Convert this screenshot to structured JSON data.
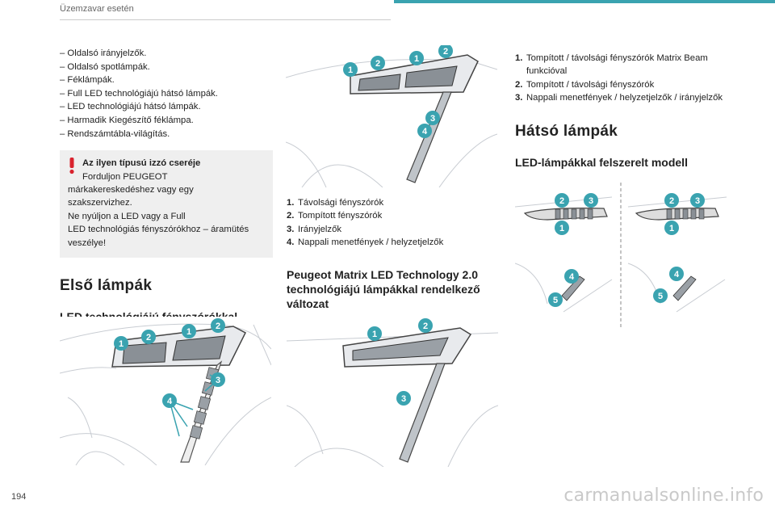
{
  "header": {
    "title": "Üzemzavar esetén"
  },
  "left_list": [
    "Oldalsó irányjelzők.",
    "Oldalsó spotlámpák.",
    "Féklámpák.",
    "Full LED technológiájú hátsó lámpák.",
    "LED technológiájú hátsó lámpák.",
    "Harmadik Kiegészítő féklámpa.",
    "Rendszámtábla-világítás."
  ],
  "warning": {
    "title": "Az ilyen típusú izzó cseréje",
    "line1": "Forduljon PEUGEOT",
    "rest": [
      "márkakereskedéshez vagy egy",
      "szakszervizhez.",
      "Ne nyúljon a LED vagy a Full",
      "LED technológiás fényszórókhoz – áramütés",
      "veszélye!"
    ]
  },
  "first_lamps": {
    "heading": "Első lámpák",
    "subheading": "LED technológiájú fényszórókkal ellátott modell"
  },
  "middle_list": [
    {
      "n": "1.",
      "text": "Távolsági fényszórók"
    },
    {
      "n": "2.",
      "text": "Tompított fényszórók"
    },
    {
      "n": "3.",
      "text": "Irányjelzők"
    },
    {
      "n": "4.",
      "text": "Nappali menetfények / helyzetjelzők"
    }
  ],
  "matrix": {
    "heading": "Peugeot Matrix LED Technology 2.0 technológiájú lámpákkal rendelkező változat"
  },
  "right_list": [
    {
      "n": "1.",
      "text": "Tompított / távolsági fényszórók Matrix Beam funkcióval"
    },
    {
      "n": "2.",
      "text": "Tompított / távolsági fényszórók"
    },
    {
      "n": "3.",
      "text": "Nappali menetfények / helyzetjelzők / irányjelzők"
    }
  ],
  "rear_lamps": {
    "heading": "Hátsó lámpák",
    "subheading": "LED-lámpákkal felszerelt modell"
  },
  "callouts": {
    "fig_top_mid": [
      "1",
      "2",
      "1",
      "2",
      "3",
      "4"
    ],
    "fig_bottom_left": [
      "1",
      "2",
      "1",
      "2",
      "3",
      "4"
    ],
    "fig_bottom_mid": [
      "1",
      "2",
      "3"
    ],
    "fig_rear": [
      "2",
      "3",
      "1",
      "4",
      "5",
      "2",
      "3",
      "1",
      "4",
      "5"
    ]
  },
  "page_number": "194",
  "watermark": "carmanualsonline.info",
  "colors": {
    "accent": "#3aa3b0",
    "warning": "#d9232e"
  }
}
